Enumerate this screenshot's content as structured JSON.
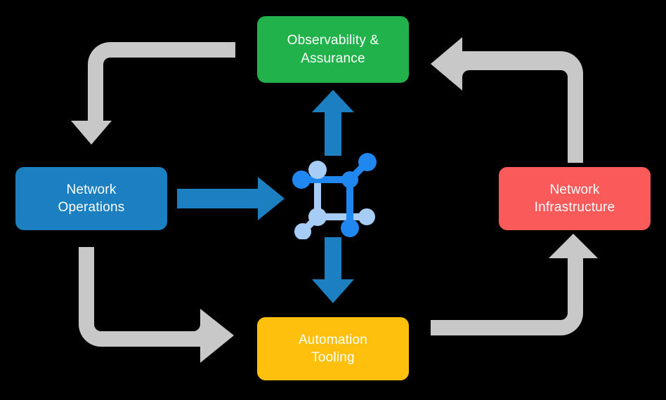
{
  "diagram": {
    "type": "cycle-diagram",
    "background_color": "#000000",
    "title": "",
    "nodes": [
      {
        "id": "observability-assurance",
        "label": "Observability &\nAssurance",
        "color": "#22b24c",
        "text_color": "#ffffff",
        "position": "top"
      },
      {
        "id": "network-operations",
        "label": "Network\nOperations",
        "color": "#1b7fc0",
        "text_color": "#ffffff",
        "position": "left"
      },
      {
        "id": "network-infrastructure",
        "label": "Network\nInfrastructure",
        "color": "#fb5a5a",
        "text_color": "#ffffff",
        "position": "right"
      },
      {
        "id": "automation-tooling",
        "label": "Automation\nTooling",
        "color": "#ffc00d",
        "text_color": "#ffffff",
        "position": "bottom"
      }
    ],
    "center": {
      "id": "network-topology-icon",
      "icon": "network-nodes-icon",
      "primary_color": "#1f87ef",
      "secondary_color": "#a5cdf5"
    },
    "connectors": [
      {
        "id": "observability-to-network-operations",
        "from": "observability-assurance",
        "to": "network-operations",
        "color": "#c8c8c8",
        "direction": "down",
        "corner": "top-left"
      },
      {
        "id": "network-infrastructure-to-observability",
        "from": "network-infrastructure",
        "to": "observability-assurance",
        "color": "#c8c8c8",
        "direction": "left",
        "corner": "top-right"
      },
      {
        "id": "network-operations-to-automation-tooling",
        "from": "network-operations",
        "to": "automation-tooling",
        "color": "#c8c8c8",
        "direction": "right",
        "corner": "bottom-left"
      },
      {
        "id": "automation-tooling-to-network-infrastructure",
        "from": "automation-tooling",
        "to": "network-infrastructure",
        "color": "#c8c8c8",
        "direction": "up",
        "corner": "bottom-right"
      },
      {
        "id": "network-operations-to-center",
        "from": "network-operations",
        "to": "network-topology-icon",
        "color": "#1b7fc0",
        "direction": "right"
      },
      {
        "id": "center-to-observability",
        "from": "network-topology-icon",
        "to": "observability-assurance",
        "color": "#1b7fc0",
        "direction": "up"
      },
      {
        "id": "center-to-automation-tooling",
        "from": "network-topology-icon",
        "to": "automation-tooling",
        "color": "#1b7fc0",
        "direction": "down"
      }
    ]
  }
}
